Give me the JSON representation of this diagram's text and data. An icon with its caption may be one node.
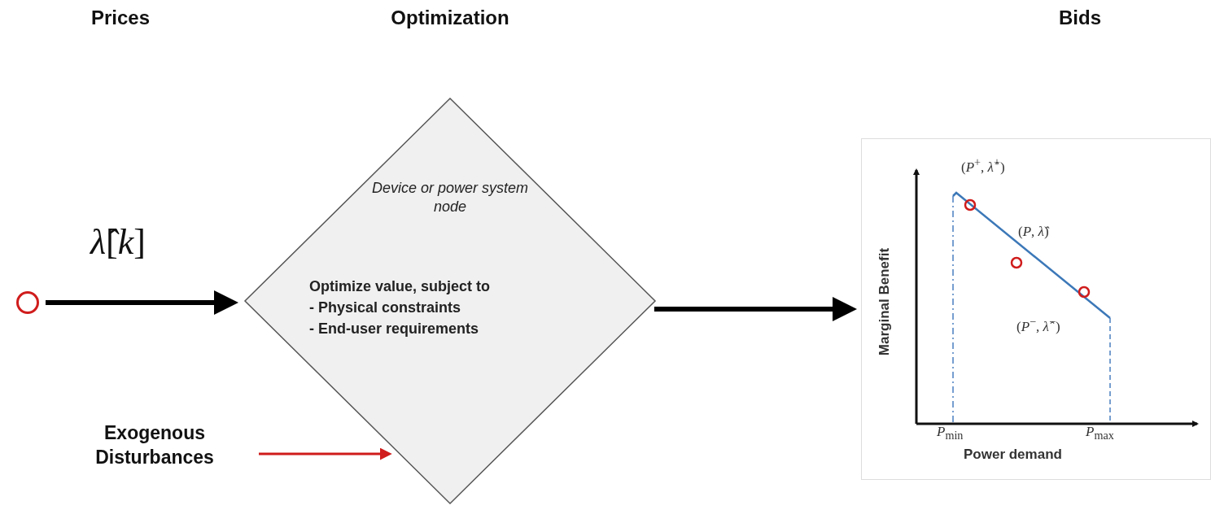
{
  "diagram": {
    "nodes": [
      {
        "text": [],
        "shape": "circle"
      },
      {
        "text": [
          "Device or power system node",
          "Optimize value, subject to",
          "- Physical constraints",
          "- End-user requirements"
        ]
      },
      {
        "text": [
          "Exogenous Disturbances"
        ]
      },
      {
        "text": [
          "(*P*$^{+}$, *λ̂*$^{+}$)",
          "(*P*, *λ̂*)",
          "(*P*$^{−}$, *λ̂*$^{−}$)",
          "*P*$_{min}$",
          "*P*$_{max}$",
          "Marginal Benefit",
          "Power demand"
        ]
      }
    ],
    "edges": [
      {
        "from": 0,
        "to": 1,
        "arrow": "to",
        "label": "*λ̂*[*k*]"
      },
      {
        "from": 1,
        "to": 3,
        "arrow": "to"
      },
      {
        "from": 2,
        "to": 1,
        "arrow": "to",
        "color": "#d01c1c"
      }
    ],
    "labels": [
      "Prices",
      "Optimization",
      "Bids"
    ]
  }
}
